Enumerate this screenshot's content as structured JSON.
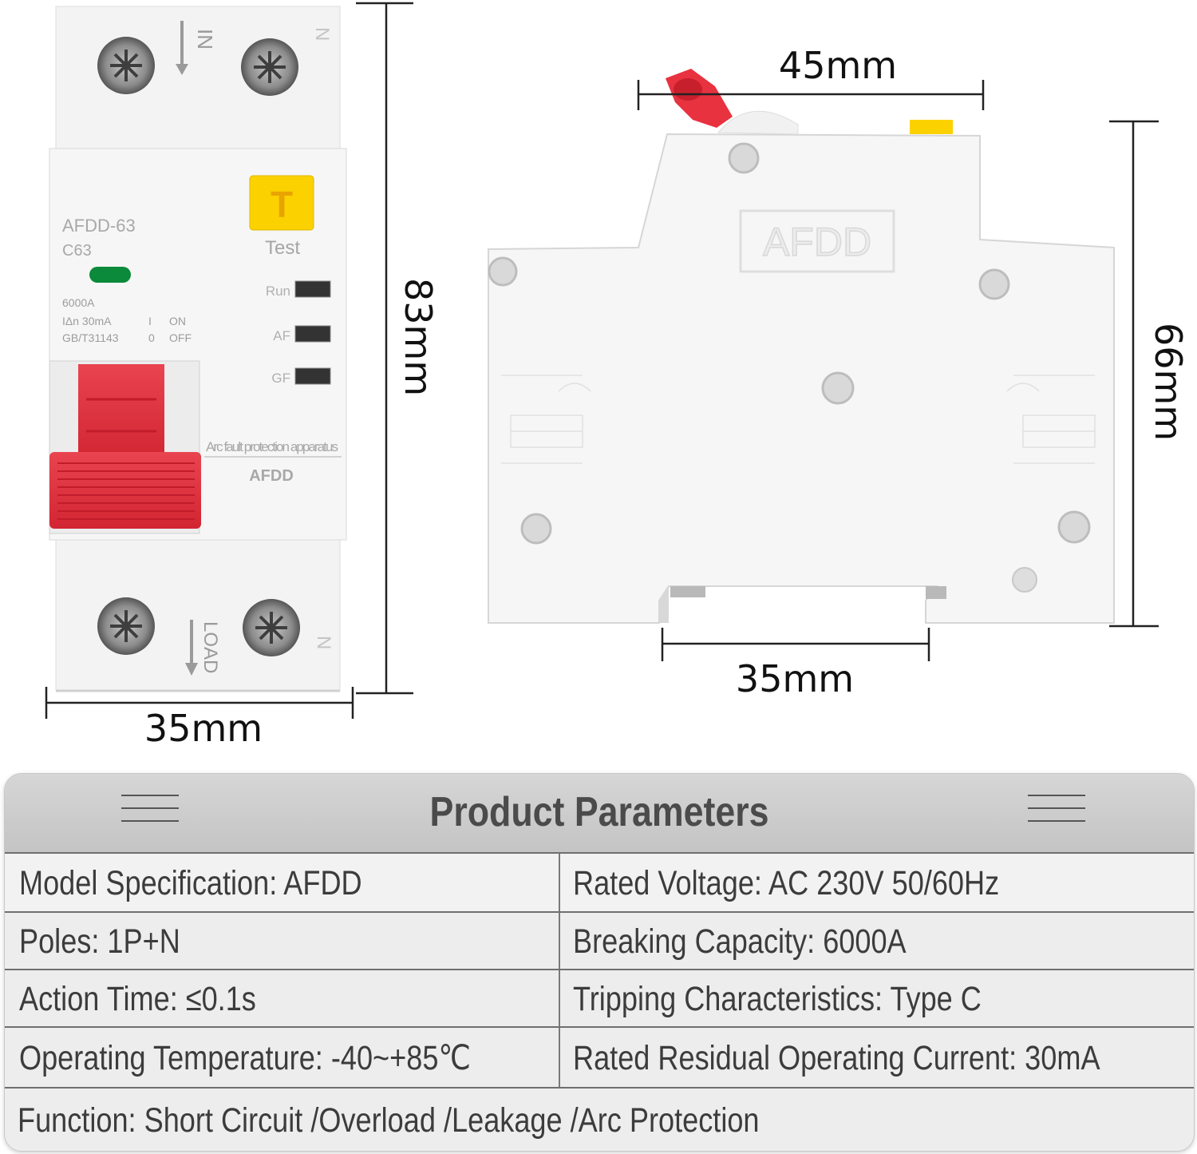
{
  "front_view": {
    "model": "AFDD-63",
    "curve": "C63",
    "breaking": "6000A",
    "spec_line1_left": "IΔn 30mA",
    "spec_line1_mid": "I",
    "spec_line1_right": "ON",
    "spec_line2_left": "GB/T31143",
    "spec_line2_mid": "0",
    "spec_line2_right": "OFF",
    "test_button": "T",
    "test_label": "Test",
    "indicator_run": "Run",
    "indicator_af": "AF",
    "indicator_gf": "GF",
    "caption": "Arc fault protection apparatus",
    "brand": "AFDD",
    "top_terminal": "IN",
    "bottom_terminal": "LOAD",
    "neutral_mark": "N"
  },
  "side_view": {
    "brand_emboss": "AFDD"
  },
  "dimensions": {
    "front_height": "83mm",
    "front_width": "35mm",
    "side_width": "45mm",
    "side_height": "66mm",
    "rail_width": "35mm"
  },
  "params": {
    "title": "Product Parameters",
    "rows": [
      {
        "left": "Model Specification: AFDD",
        "right": "Rated Voltage: AC 230V 50/60Hz"
      },
      {
        "left": "Poles: 1P+N",
        "right": "Breaking Capacity: 6000A"
      },
      {
        "left": "Action Time: ≤0.1s",
        "right": "Tripping Characteristics: Type C"
      },
      {
        "left": "Operating Temperature: -40~+85℃",
        "right": "Rated Residual Operating Current: 30mA"
      }
    ],
    "footer": "Function: Short Circuit /Overload /Leakage /Arc Protection"
  },
  "colors": {
    "handle_red": "#e8323f",
    "test_yellow": "#fbd100",
    "led_green": "#0a8a3a",
    "body_white": "#f4f4f4"
  }
}
